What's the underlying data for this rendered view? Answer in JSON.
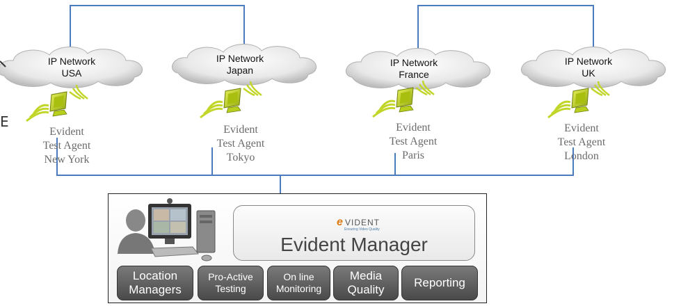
{
  "networks": [
    {
      "label_line1": "IP Network",
      "label_line2": "USA"
    },
    {
      "label_line1": "IP Network",
      "label_line2": "Japan"
    },
    {
      "label_line1": "IP Network",
      "label_line2": "France"
    },
    {
      "label_line1": "IP Network",
      "label_line2": "UK"
    }
  ],
  "agents": [
    {
      "line1": "Evident",
      "line2": "Test Agent",
      "line3": "New York"
    },
    {
      "line1": "Evident",
      "line2": "Test Agent",
      "line3": "Tokyo"
    },
    {
      "line1": "Evident",
      "line2": "Test Agent",
      "line3": "Paris"
    },
    {
      "line1": "Evident",
      "line2": "Test Agent",
      "line3": "London"
    }
  ],
  "manager": {
    "title": "Evident  Manager",
    "logo_text": "VIDENT",
    "logo_e": "e",
    "logo_tagline": "Ensuring Video Quality"
  },
  "features": [
    {
      "line1": "Location",
      "line2": "Managers"
    },
    {
      "line1": "Pro-Active",
      "line2": "Testing"
    },
    {
      "line1": "On line",
      "line2": "Monitoring"
    },
    {
      "line1": "Media",
      "line2": "Quality"
    },
    {
      "line1": "Reporting",
      "line2": ""
    }
  ],
  "colors": {
    "link_line": "#4a7bbf",
    "monitor_green": "#b8d11a",
    "button_dark": "#555555"
  }
}
